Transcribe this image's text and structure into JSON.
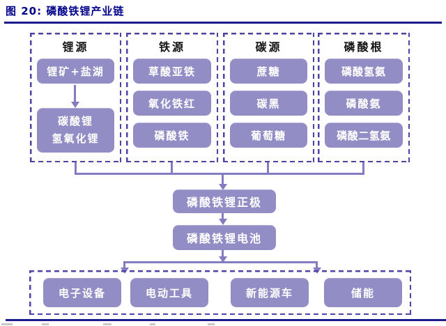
{
  "figure": {
    "title": "图 20: 磷酸铁锂产业链"
  },
  "colors": {
    "navy_rule": "#1b1b8e",
    "title_text": "#00008b",
    "box_fill": "#938dc5",
    "dashed_border": "#4b43a6",
    "connector": "#837cc0",
    "box_text": "#ffffff"
  },
  "columns": [
    {
      "header": "锂源",
      "boxes": [
        {
          "label": "锂矿+盐湖"
        },
        {
          "lines": [
            "碳酸锂",
            "氢氧化锂"
          ]
        }
      ]
    },
    {
      "header": "铁源",
      "boxes": [
        {
          "label": "草酸亚铁"
        },
        {
          "label": "氧化铁红"
        },
        {
          "label": "磷酸铁"
        }
      ]
    },
    {
      "header": "碳源",
      "boxes": [
        {
          "label": "蔗糖"
        },
        {
          "label": "碳黑"
        },
        {
          "label": "葡萄糖"
        }
      ]
    },
    {
      "header": "磷酸根",
      "boxes": [
        {
          "label": "磷酸氢氨"
        },
        {
          "label": "磷酸氨"
        },
        {
          "label": "磷酸二氢氨"
        }
      ]
    }
  ],
  "midchain": {
    "cathode": "磷酸铁锂正极",
    "battery": "磷酸铁锂电池"
  },
  "applications": [
    "电子设备",
    "电动工具",
    "新能源车",
    "储能"
  ]
}
